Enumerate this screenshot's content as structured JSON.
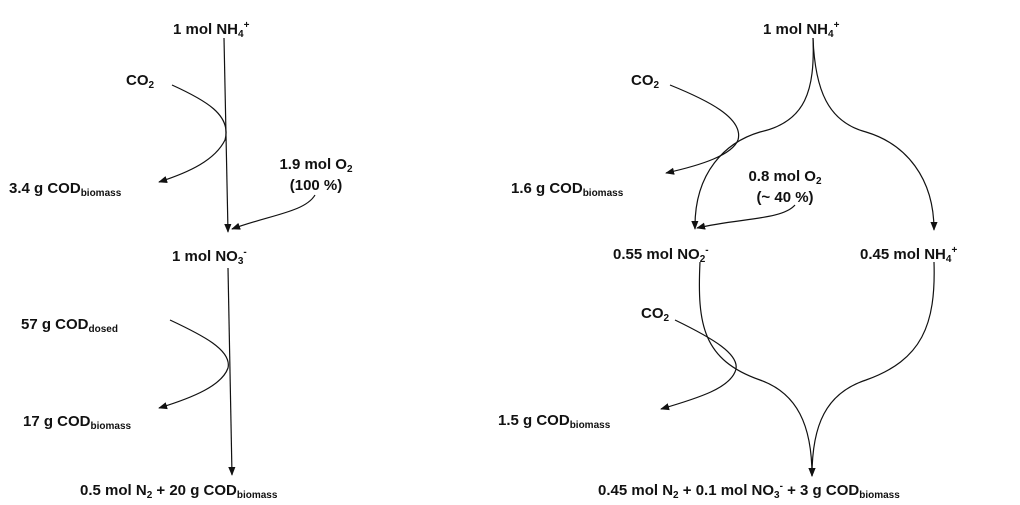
{
  "colors": {
    "ink": "#111111",
    "background": "#ffffff"
  },
  "left": {
    "nh4_start": {
      "text": "1 mol NH",
      "sub": "4",
      "sup": "+"
    },
    "co2": {
      "text": "CO",
      "sub": "2"
    },
    "biomass1": {
      "text": "3.4 g COD",
      "sub": "biomass"
    },
    "o2": {
      "text": "1.9 mol O",
      "sub": "2"
    },
    "o2_pct": "(100 %)",
    "no3": {
      "text": "1 mol NO",
      "sub": "3",
      "sup": "-"
    },
    "cod_dosed": {
      "text": "57 g COD",
      "sub": "dosed"
    },
    "biomass2": {
      "text": "17 g COD",
      "sub": "biomass"
    },
    "product": {
      "part1": "0.5 mol N",
      "sub1": "2",
      "part2": " + 20 g COD",
      "sub2": "biomass"
    }
  },
  "right": {
    "nh4_start": {
      "text": "1 mol NH",
      "sub": "4",
      "sup": "+"
    },
    "co2_top": {
      "text": "CO",
      "sub": "2"
    },
    "biomass1": {
      "text": "1.6 g COD",
      "sub": "biomass"
    },
    "o2": {
      "text": "0.8 mol O",
      "sub": "2"
    },
    "o2_pct": "(~ 40 %)",
    "no2": {
      "text": "0.55 mol NO",
      "sub": "2",
      "sup": "-"
    },
    "nh4_remaining": {
      "text": "0.45 mol NH",
      "sub": "4",
      "sup": "+"
    },
    "co2_bottom": {
      "text": "CO",
      "sub": "2"
    },
    "biomass2": {
      "text": "1.5 g COD",
      "sub": "biomass"
    },
    "product": {
      "part1": "0.45 mol N",
      "sub1": "2",
      "part2": " + 0.1 mol NO",
      "sub2": "3",
      "sup2": "-",
      "part3": " + 3 g COD",
      "sub3": "biomass"
    }
  }
}
